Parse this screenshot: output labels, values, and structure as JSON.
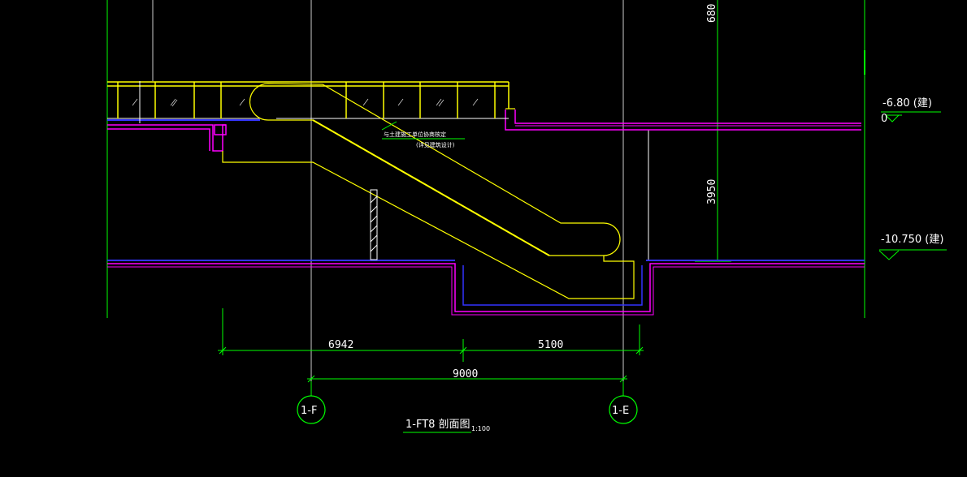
{
  "drawing": {
    "title": "1-FT8  剖面图",
    "scale": "1:100",
    "note_line1": "与土建施工单位协商核定",
    "note_line2": "(详见建筑设计)"
  },
  "dimensions": {
    "top_height": "680",
    "height": "3950",
    "left_span": "6942",
    "right_span": "5100",
    "total_span": "9000"
  },
  "levels": {
    "upper": "-6.80 (建)",
    "upper_mark": "0",
    "lower": "-10.750 (建)"
  },
  "axes": {
    "left": "1-F",
    "right": "1-E"
  },
  "colors": {
    "background": "#000000",
    "grid_line": "#00ff00",
    "escalator": "#ffff00",
    "slab": "#ff00ff",
    "floor_line": "#3333ff",
    "text": "#ffffff"
  }
}
